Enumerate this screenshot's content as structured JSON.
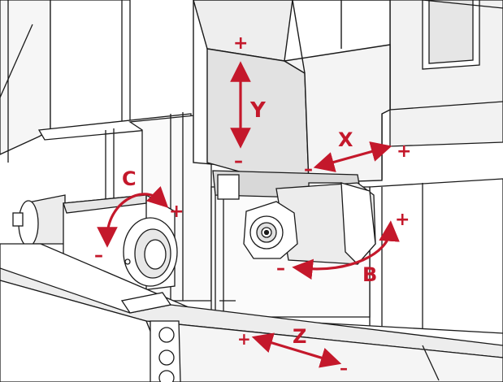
{
  "colors": {
    "accent": "#c4182b",
    "line": "#1a1a1a",
    "shade_light": "#e8e8e8",
    "shade_mid": "#cfcfcf",
    "paper": "#ffffff"
  },
  "axes": {
    "y": {
      "label": "Y",
      "plus": "+",
      "minus": "–"
    },
    "x": {
      "label": "X",
      "plus": "+",
      "minus": "–"
    },
    "c": {
      "label": "C",
      "plus": "+",
      "minus": "–"
    },
    "b": {
      "label": "B",
      "plus": "+",
      "minus": "–"
    },
    "z": {
      "label": "Z",
      "plus": "+",
      "minus": "–"
    }
  }
}
